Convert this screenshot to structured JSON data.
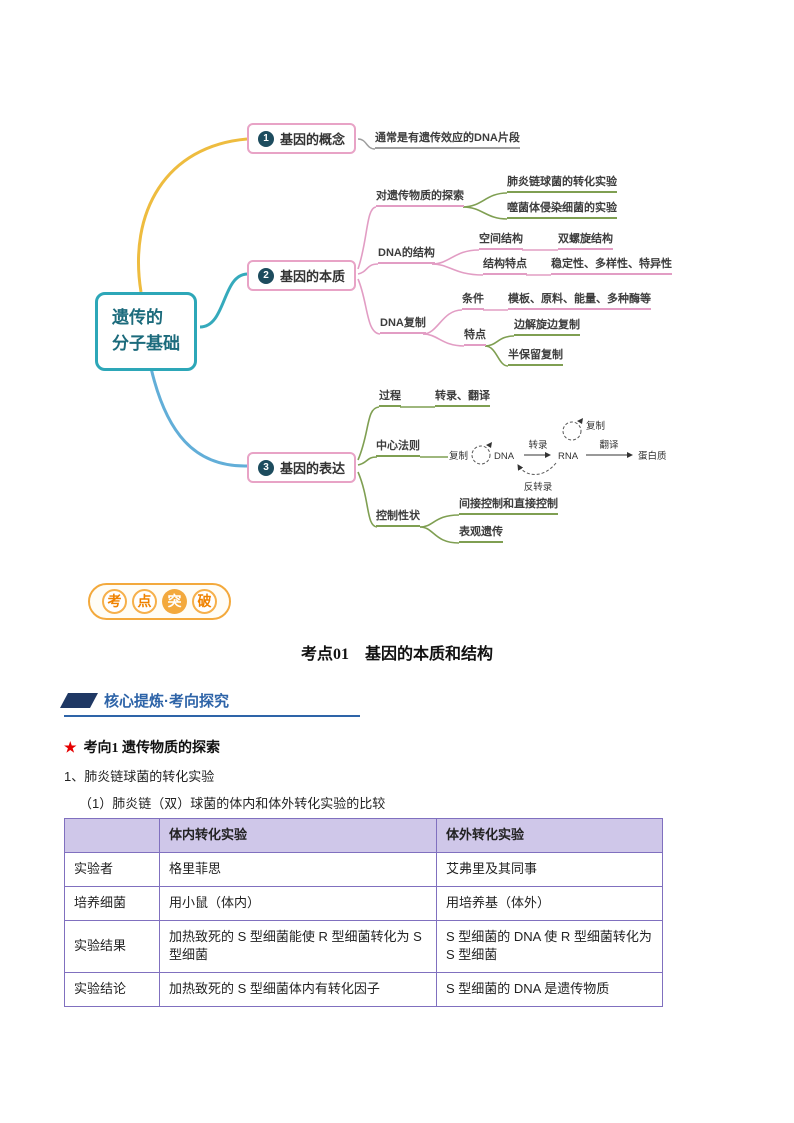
{
  "mindmap": {
    "root": {
      "line1": "遗传的",
      "line2": "分子基础"
    },
    "b1": {
      "num": "1",
      "label": "基因的概念",
      "leaf": "通常是有遗传效应的DNA片段"
    },
    "b2": {
      "num": "2",
      "label": "基因的本质",
      "explore": "对遗传物质的探索",
      "explore_c1": "肺炎链球菌的转化实验",
      "explore_c2": "噬菌体侵染细菌的实验",
      "structure": "DNA的结构",
      "spatial": "空间结构",
      "helix": "双螺旋结构",
      "feature": "结构特点",
      "feature_v": "稳定性、多样性、特异性",
      "replication": "DNA复制",
      "cond": "条件",
      "cond_v": "模板、原料、能量、多种酶等",
      "char": "特点",
      "char_v1": "边解旋边复制",
      "char_v2": "半保留复制"
    },
    "b3": {
      "num": "3",
      "label": "基因的表达",
      "process": "过程",
      "process_v": "转录、翻译",
      "dogma": "中心法则",
      "control": "控制性状",
      "control_v1": "间接控制和直接控制",
      "control_v2": "表观遗传",
      "diagram": {
        "rep_left": "复制",
        "dna": "DNA",
        "transcription": "转录",
        "rep_top": "复制",
        "rna": "RNA",
        "translation": "翻译",
        "protein": "蛋白质",
        "reverse": "反转录"
      }
    }
  },
  "badge": {
    "c0": "考",
    "c1": "点",
    "c2": "突",
    "c3": "破"
  },
  "headings": {
    "topic": "考点01　基因的本质和结构",
    "section": "核心提炼·考向探究",
    "star": "★",
    "direction": "考向1 遗传物质的探索"
  },
  "paragraphs": {
    "p1": "1、肺炎链球菌的转化实验",
    "p2": "（1）肺炎链（双）球菌的体内和体外转化实验的比较"
  },
  "table": {
    "headers": [
      "",
      "体内转化实验",
      "体外转化实验"
    ],
    "rows": [
      [
        "实验者",
        "格里菲思",
        "艾弗里及其同事"
      ],
      [
        "培养细菌",
        "用小鼠（体内）",
        "用培养基（体外）"
      ],
      [
        "实验结果",
        "加热致死的 S 型细菌能使 R 型细菌转化为 S 型细菌",
        "S 型细菌的 DNA 使 R 型细菌转化为 S 型细菌"
      ],
      [
        "实验结论",
        "加热致死的 S 型细菌体内有转化因子",
        "S 型细菌的 DNA 是遗传物质"
      ]
    ]
  }
}
